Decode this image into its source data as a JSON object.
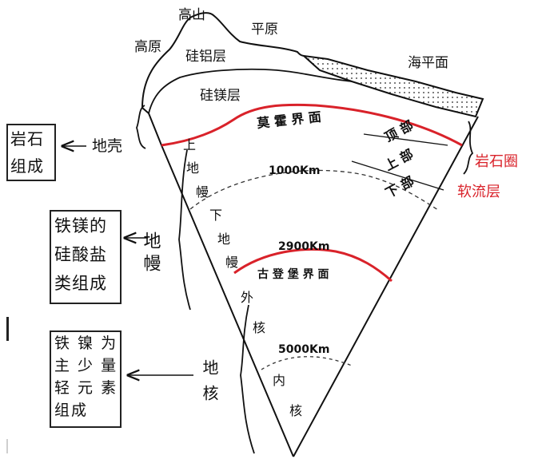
{
  "labels": {
    "gaoshan": "高山",
    "pingyuan": "平原",
    "gaoyuan": "高原",
    "guilvceng": "硅铝层",
    "haipingmian": "海平面",
    "guitieceng": "硅镁层",
    "moho": "莫 霍 界 面",
    "dike": "地壳",
    "ding_bu": "顶 部",
    "shang_bu": "上 部",
    "xia_bu": "下 部",
    "yanshiquan": "岩石圈",
    "ruanliuceng": "软流层",
    "depth_1000": "1000Km",
    "depth_2900": "2900Km",
    "depth_5000": "5000Km",
    "gutenberg": "古 登 堡 界 面",
    "diman_big": "地幔",
    "dihe_big": "地核",
    "shang": "上",
    "di1": "地",
    "man1": "幔",
    "xia": "下",
    "di2": "地",
    "man2": "幔",
    "wai": "外",
    "he1": "核",
    "nei": "内",
    "he2": "核"
  },
  "boxes": {
    "crust_lines": [
      "岩石",
      "组成"
    ],
    "mantle_lines": [
      "铁镁的",
      "硅酸盐",
      "类组成"
    ],
    "core_lines": [
      "铁 镍 为",
      "主 少 量",
      "轻 元 素",
      "组成"
    ]
  },
  "colors": {
    "boundary_red": "#d9222a",
    "line_black": "#111111"
  }
}
